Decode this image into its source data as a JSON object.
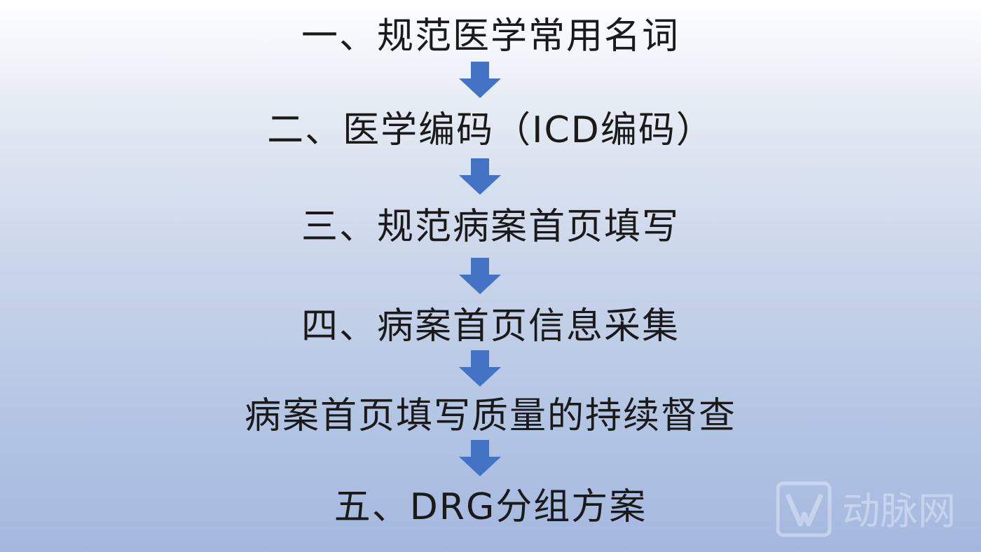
{
  "steps": [
    "一、规范医学常用名词",
    "二、医学编码（ICD编码）",
    "三、规范病案首页填写",
    "四、病案首页信息采集",
    "病案首页填写质量的持续督查",
    "五、DRG分组方案"
  ],
  "arrow": {
    "color": "#4472c4",
    "icon": "arrow-down-icon"
  },
  "watermark": {
    "text": "动脉网"
  }
}
